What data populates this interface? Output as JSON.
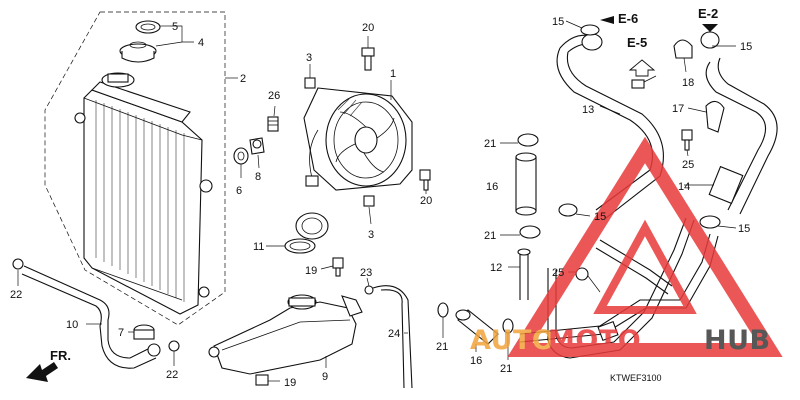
{
  "diagram": {
    "code": "KTWEF3100",
    "direction_label": "FR.",
    "callouts": {
      "c1": "1",
      "c2": "2",
      "c3a": "3",
      "c3b": "3",
      "c4": "4",
      "c5": "5",
      "c6": "6",
      "c7": "7",
      "c8": "8",
      "c9": "9",
      "c10": "10",
      "c11": "11",
      "c12": "12",
      "c13": "13",
      "c14": "14",
      "c15a": "15",
      "c15b": "15",
      "c15c": "15",
      "c15d": "15",
      "c16a": "16",
      "c16b": "16",
      "c17": "17",
      "c18": "18",
      "c19a": "19",
      "c19b": "19",
      "c20a": "20",
      "c20b": "20",
      "c21a": "21",
      "c21b": "21",
      "c21c": "21",
      "c21d": "21",
      "c22a": "22",
      "c22b": "22",
      "c23": "23",
      "c24": "24",
      "c25a": "25",
      "c25b": "25",
      "c26": "26"
    },
    "refs": {
      "e6": "E-6",
      "e5": "E-5",
      "e2": "E-2"
    }
  },
  "watermark": {
    "text_a": "AUTO",
    "text_b": "MOTO",
    "text_c": "HUB",
    "colors": {
      "red": "#e83a3a",
      "orange": "#f2a33a",
      "dark": "#3a3a3a"
    }
  }
}
